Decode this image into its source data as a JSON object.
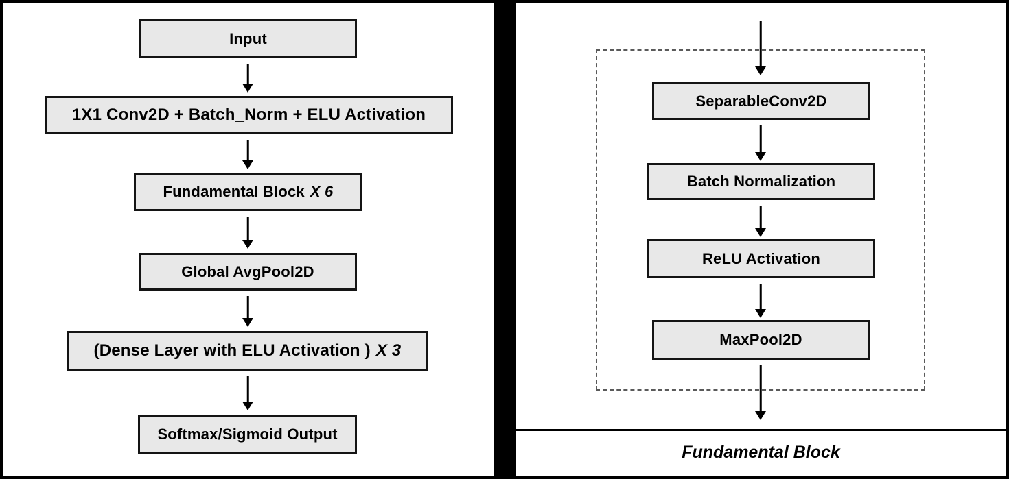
{
  "left_panel": {
    "boxes": [
      {
        "label": "Input",
        "suffix": ""
      },
      {
        "label": "1X1 Conv2D + Batch_Norm + ELU Activation",
        "suffix": ""
      },
      {
        "label": "Fundamental Block",
        "suffix": "X 6"
      },
      {
        "label": "Global AvgPool2D",
        "suffix": ""
      },
      {
        "label": "(Dense Layer with ELU Activation )",
        "suffix": "X 3"
      },
      {
        "label": "Softmax/Sigmoid Output",
        "suffix": ""
      }
    ]
  },
  "right_panel": {
    "boxes": [
      {
        "label": "SeparableConv2D"
      },
      {
        "label": "Batch Normalization"
      },
      {
        "label": "ReLU Activation"
      },
      {
        "label": "MaxPool2D"
      }
    ],
    "caption": "Fundamental Block"
  },
  "colors": {
    "box_fill": "#e8e8e8",
    "box_border": "#141414",
    "dashed_outline": "#5a5a5a",
    "background_frame": "#000000",
    "panel_background": "#ffffff"
  }
}
